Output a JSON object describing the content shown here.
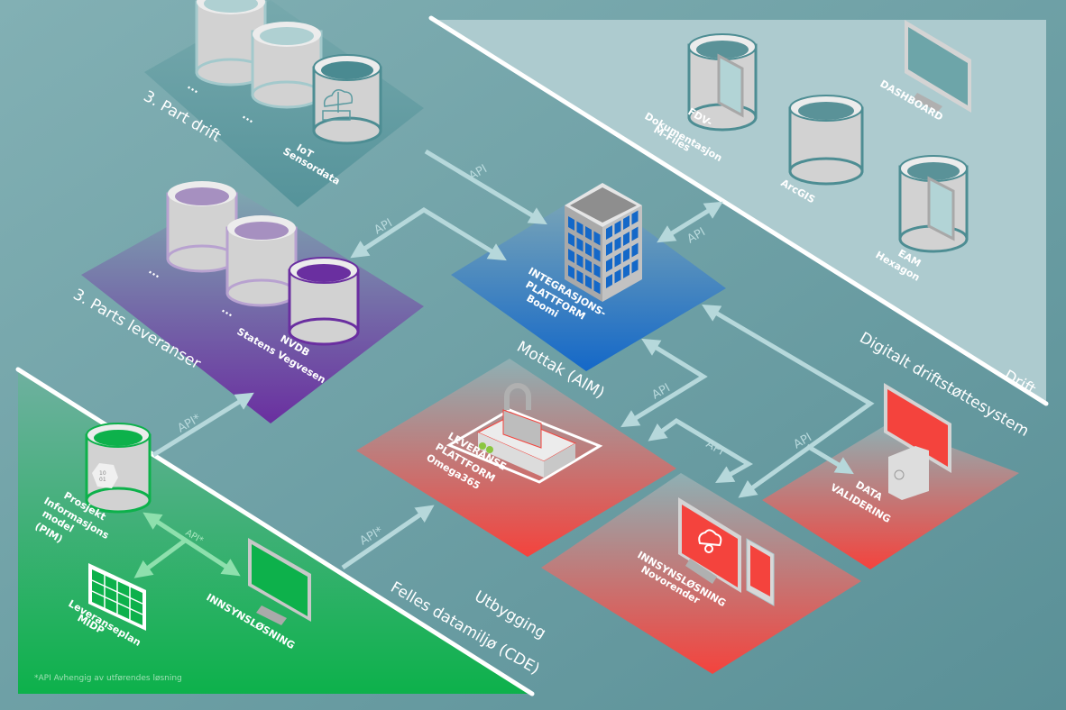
{
  "colors": {
    "background": "#7fadb1",
    "drift_panel": "#adcbcf",
    "teal_dark": "#5a9298",
    "arrow": "#b6d8db",
    "purple": "#6a2fa0",
    "purple_light": "#a690c0",
    "blue": "#1b6ec8",
    "red": "#f4433d",
    "green": "#0db14b",
    "white_line": "#ffffff"
  },
  "zones": {
    "drift": "Drift",
    "digitalt_driftstottesystem": "Digitalt driftstøttesystem",
    "mottak": "Mottak (AIM)",
    "part_drift": "3. Part drift",
    "parts_leveranser": "3. Parts leveranser",
    "utbygging": "Utbygging",
    "felles_datamiljo": "Felles datamiljø (CDE)"
  },
  "drift_systems": {
    "fdv": [
      "FDV-",
      "Dokumentasjon",
      "M-Files"
    ],
    "arcgis": [
      "ArcGIS"
    ],
    "dashboard": [
      "DASHBOARD"
    ],
    "eam": [
      "EAM",
      "Hexagon"
    ]
  },
  "part_drift": {
    "iot": [
      "IoT",
      "Sensordata"
    ],
    "ellipsis_1": "...",
    "ellipsis_2": "..."
  },
  "parts_leveranser": {
    "nvdb": [
      "NVDB",
      "Statens Vegvesen"
    ],
    "ellipsis_1": "...",
    "ellipsis_2": "..."
  },
  "platforms": {
    "integrasjon": [
      "INTEGRASJONS-",
      "PLATTFORM",
      "Boomi"
    ],
    "leveranse": [
      "LEVERANSE-",
      "PLATTFORM",
      "Omega365"
    ],
    "innsyn_novorender": [
      "INNSYNSLØSNING",
      "Novorender"
    ],
    "datavalidering": [
      "DATA",
      "VALIDERING"
    ]
  },
  "cde": {
    "pim": [
      "Prosjekt",
      "Informasjons",
      "model",
      "(PIM)"
    ],
    "midp": [
      "Leveranseplan",
      "MIDP"
    ],
    "innsyn": [
      "INNSYNSLØSNING"
    ],
    "pim_icon_text": [
      "10",
      "01"
    ],
    "footnote": "*API Avhengig av utførendes løsning"
  },
  "api_labels": {
    "api": "API",
    "api_star": "API*"
  }
}
